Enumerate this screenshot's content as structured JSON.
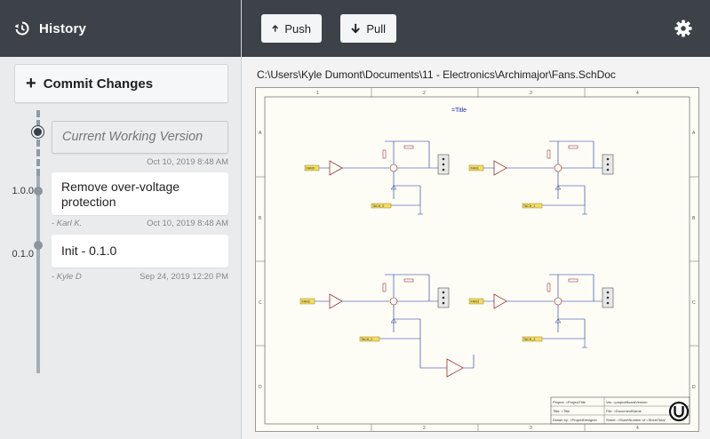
{
  "sidebar": {
    "title": "History",
    "commit_button": "Commit Changes",
    "entries": [
      {
        "tag": "",
        "title": "Current Working Version",
        "author": "",
        "date": "Oct 10, 2019 8:48 AM"
      },
      {
        "tag": "1.0.0",
        "title": "Remove over-voltage protection",
        "author": "- Karl K.",
        "date": "Oct 10, 2019 8:48 AM"
      },
      {
        "tag": "0.1.0",
        "title": "Init - 0.1.0",
        "author": "- Kyle D",
        "date": "Sep 24, 2019 12:20 PM"
      }
    ]
  },
  "toolbar": {
    "push_label": "Push",
    "pull_label": "Pull",
    "push_icon": "arrow-up-icon",
    "pull_icon": "arrow-down-icon",
    "settings_icon": "gear-icon"
  },
  "document": {
    "path": "C:\\Users\\Kyle Dumont\\Documents\\11 - Electronics\\Archimajor\\Fans.SchDoc",
    "sheet_title": "=Title",
    "border_columns": [
      "1",
      "2",
      "3",
      "4"
    ],
    "border_rows": [
      "A",
      "B",
      "C",
      "D"
    ],
    "net_labels": [
      "FAN0",
      "FAN1",
      "FAN2",
      "FAN3",
      "TACH_0",
      "TACH_1",
      "TACH_2",
      "TACH_3"
    ],
    "title_block": {
      "project": "Project: =ProjectTitle",
      "variant": "Var: =projectBoardVersion",
      "title": "Title: =Title",
      "file": "File: =DocumentName",
      "drawn_by": "Drawn by: =ProjectDesigner",
      "sheet": "Sheet: =SheetNumber of =SheetTotal"
    }
  },
  "colors": {
    "header_bg": "#3d4249",
    "sidebar_bg": "#e9ebed",
    "wire": "#1a2d9c",
    "component": "#8a1515",
    "net_label": "#f2dc64"
  }
}
